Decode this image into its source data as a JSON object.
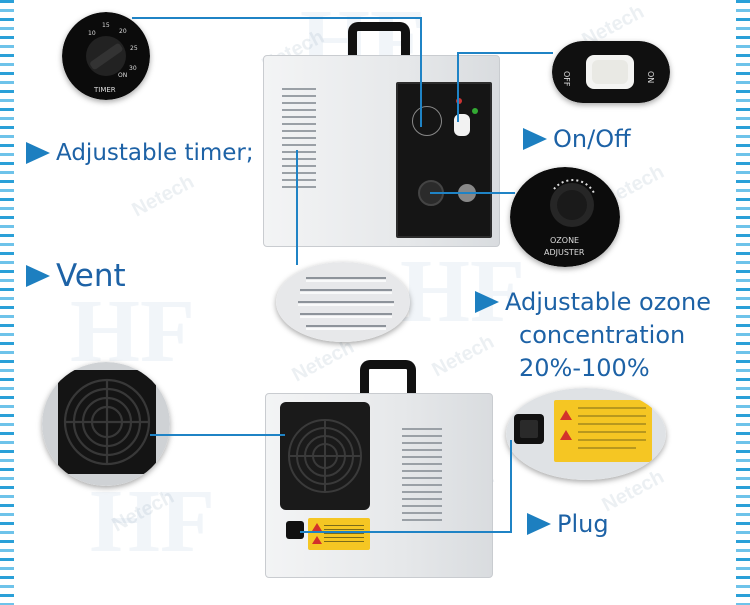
{
  "watermark_text": "Netech",
  "watermark_letters": "HF",
  "labels": {
    "timer": "Adjustable timer;",
    "onoff": "On/Off",
    "vent": "Vent",
    "ozone_line1": "Adjustable ozone",
    "ozone_line2": "concentration",
    "ozone_line3": "20%-100%",
    "plug": "Plug"
  },
  "timer_dial": {
    "caption": "TIMER",
    "ticks": [
      "10",
      "15",
      "20",
      "25",
      "30",
      "ON"
    ]
  },
  "switch": {
    "off_label": "OFF",
    "on_label": "ON"
  },
  "ozone_knob": {
    "caption_line1": "OZONE",
    "caption_line2": "ADJUSTER"
  },
  "colors": {
    "label_text": "#1d62a6",
    "arrow": "#1d7fc0",
    "connector_line": "#1f83c5",
    "border": "#2aa0d8",
    "panel": "#151515",
    "warning_label": "#f5c623"
  }
}
